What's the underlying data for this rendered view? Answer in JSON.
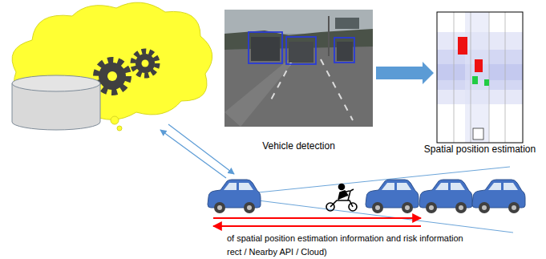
{
  "diagram": {
    "nodes": [
      {
        "text": [
          "Vehicle detection"
        ]
      },
      {
        "text": [
          "Spatial position estimation"
        ]
      }
    ],
    "edges": [
      {
        "from": 0,
        "to": 1,
        "arrow": "to"
      }
    ],
    "labels": [
      "of spatial position estimation information and risk information",
      "rect / Nearby API / Cloud)"
    ]
  }
}
